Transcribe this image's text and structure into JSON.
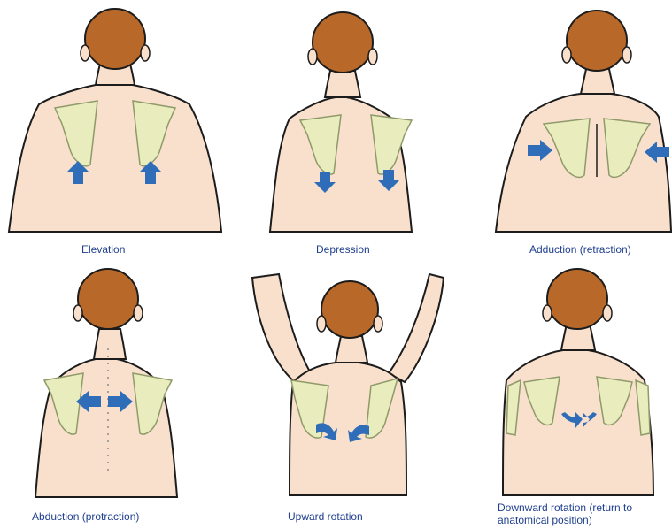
{
  "colors": {
    "skin": "#f9e0cc",
    "hair": "#b8692a",
    "outline": "#1c1c1c",
    "scapula": "#e9ecbc",
    "arrow": "#2f6db8",
    "caption": "#1f3f8f"
  },
  "panels": [
    {
      "id": "elevation",
      "caption": "Elevation",
      "arrow_direction": "up"
    },
    {
      "id": "depression",
      "caption": "Depression",
      "arrow_direction": "down"
    },
    {
      "id": "adduction",
      "caption": "Adduction (retraction)",
      "arrow_direction": "inward"
    },
    {
      "id": "abduction",
      "caption": "Abduction (protraction)",
      "arrow_direction": "outward"
    },
    {
      "id": "upward-rotation",
      "caption": "Upward rotation",
      "arrow_direction": "rotate-up"
    },
    {
      "id": "downward-rotation",
      "caption": "Downward rotation (return to anatomical position)",
      "arrow_direction": "rotate-down"
    }
  ]
}
